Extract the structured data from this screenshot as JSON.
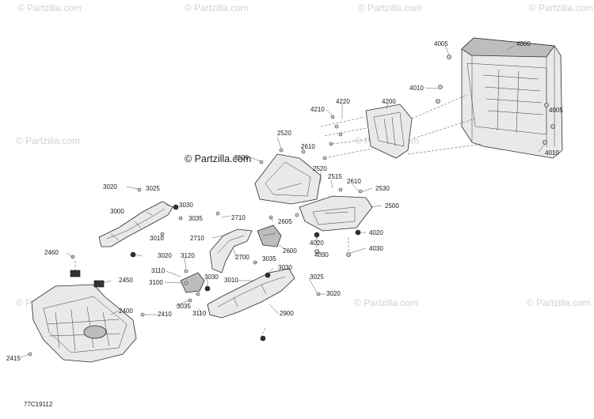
{
  "diagram_code": "77C19112",
  "watermarks": {
    "main": "© Partzilla.com",
    "repeat": "© Partzilla.com"
  },
  "callouts": [
    "4005",
    "4000",
    "4010",
    "4005",
    "4210",
    "4220",
    "4200",
    "4010",
    "2520",
    "2530",
    "2610",
    "2520",
    "2515",
    "2610",
    "2530",
    "2500",
    "3020",
    "3025",
    "3030",
    "3000",
    "3035",
    "2710",
    "2605",
    "4020",
    "2710",
    "4020",
    "4030",
    "4030",
    "3010",
    "3020",
    "2700",
    "2600",
    "2460",
    "3120",
    "3035",
    "3110",
    "3030",
    "2450",
    "3100",
    "3030",
    "3010",
    "3025",
    "3020",
    "3035",
    "2410",
    "2400",
    "3110",
    "2900",
    "2415"
  ]
}
